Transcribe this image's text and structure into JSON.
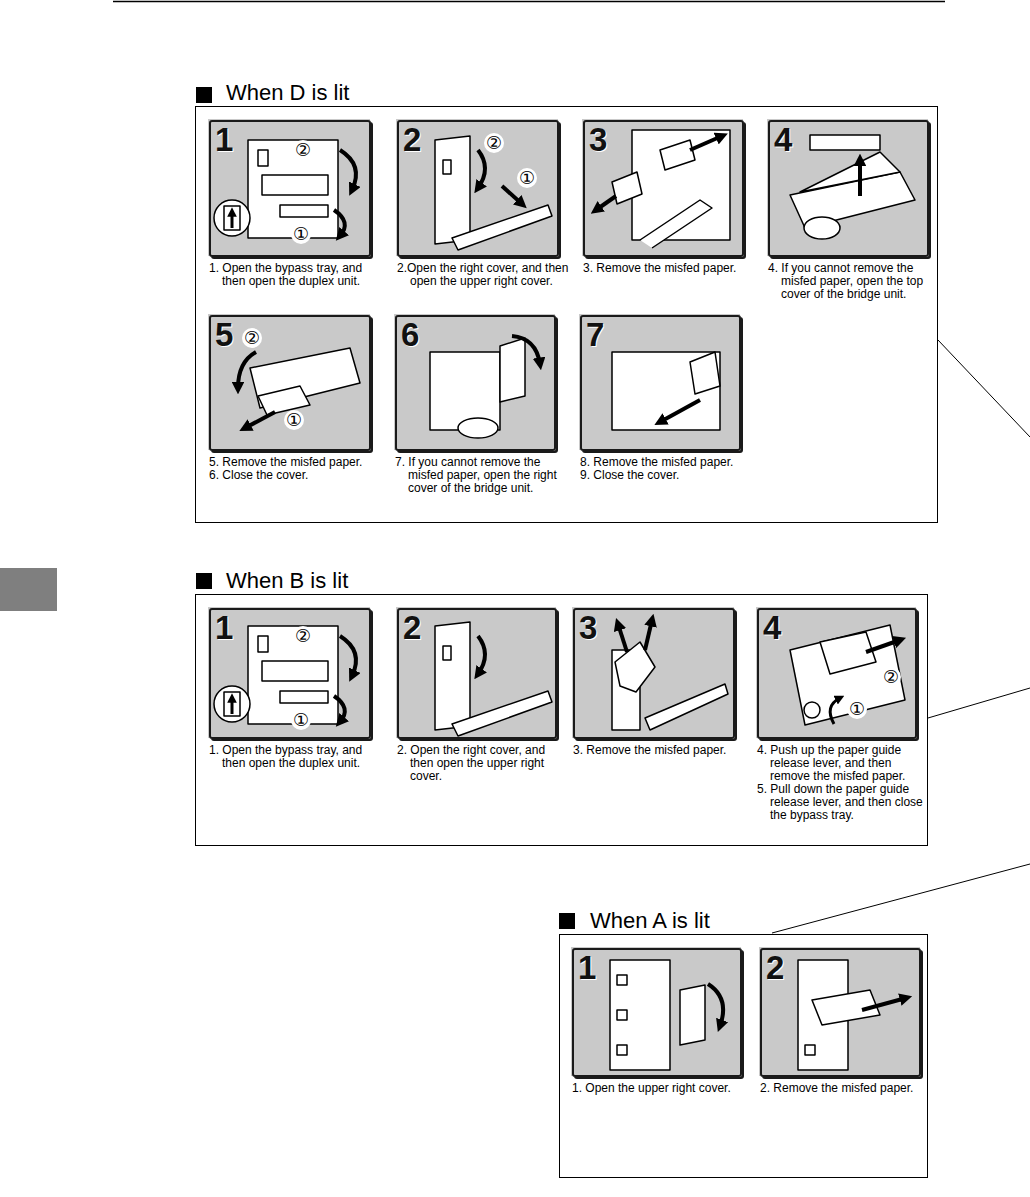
{
  "diagram": {
    "nodes": [
      {
        "text": [
          "When D is lit"
        ]
      },
      {
        "text": [
          "1",
          "1. Open the bypass tray, and then open the duplex unit."
        ],
        "in": 0
      },
      {
        "text": [
          "2",
          "2.Open the right cover, and then open the upper right cover."
        ],
        "in": 0
      },
      {
        "text": [
          "3",
          "3. Remove the misfed paper."
        ],
        "in": 0
      },
      {
        "text": [
          "4",
          "4. If you cannot remove the misfed paper, open the top cover of the bridge unit."
        ],
        "in": 0
      },
      {
        "text": [
          "5",
          "5. Remove the misfed paper.",
          "6. Close the cover."
        ],
        "in": 0
      },
      {
        "text": [
          "6",
          "7. If you cannot remove the misfed paper, open the right cover of the bridge unit."
        ],
        "in": 0
      },
      {
        "text": [
          "7",
          "8. Remove the misfed paper.",
          "9. Close the cover."
        ],
        "in": 0
      },
      {
        "text": [
          "When B is lit"
        ]
      },
      {
        "text": [
          "1",
          "1. Open the bypass tray, and then open the duplex unit."
        ],
        "in": 8
      },
      {
        "text": [
          "2",
          "2. Open the right cover, and then open the upper right cover."
        ],
        "in": 8
      },
      {
        "text": [
          "3",
          "3. Remove the misfed paper."
        ],
        "in": 8
      },
      {
        "text": [
          "4",
          "4. Push up the paper guide release lever, and then remove the misfed paper.",
          "5. Pull down the paper guide release lever, and then close the bypass tray."
        ],
        "in": 8
      },
      {
        "text": [
          "When A is lit"
        ]
      },
      {
        "text": [
          "1",
          "1. Open the upper right cover."
        ],
        "in": 13
      },
      {
        "text": [
          "2",
          "2. Remove the misfed paper."
        ],
        "in": 13
      }
    ],
    "labels": [
      "②",
      "①",
      "②",
      "①",
      "②",
      "①",
      "②",
      "①",
      "②",
      "①"
    ]
  }
}
